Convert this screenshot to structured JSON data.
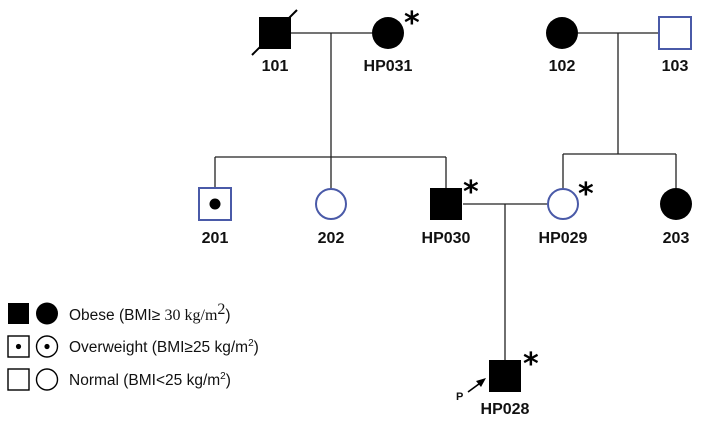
{
  "colors": {
    "affected": "#000000",
    "normal_stroke": "#4a5aa8",
    "line": "#222222"
  },
  "individuals": [
    {
      "id": "101",
      "sex": "male",
      "status": "obese",
      "deceased": true,
      "asterisk": false
    },
    {
      "id": "HP031",
      "sex": "female",
      "status": "obese",
      "deceased": false,
      "asterisk": true
    },
    {
      "id": "102",
      "sex": "female",
      "status": "obese",
      "deceased": false,
      "asterisk": false
    },
    {
      "id": "103",
      "sex": "male",
      "status": "normal",
      "deceased": false,
      "asterisk": false
    },
    {
      "id": "201",
      "sex": "male",
      "status": "overweight",
      "deceased": false,
      "asterisk": false
    },
    {
      "id": "202",
      "sex": "female",
      "status": "normal",
      "deceased": false,
      "asterisk": false
    },
    {
      "id": "HP030",
      "sex": "male",
      "status": "obese",
      "deceased": false,
      "asterisk": true
    },
    {
      "id": "HP029",
      "sex": "female",
      "status": "normal",
      "deceased": false,
      "asterisk": true
    },
    {
      "id": "203",
      "sex": "female",
      "status": "obese",
      "deceased": false,
      "asterisk": false
    },
    {
      "id": "HP028",
      "sex": "male",
      "status": "obese",
      "deceased": false,
      "asterisk": true,
      "proband": true
    }
  ],
  "asterisk_symbol": "*",
  "proband_marker": "P",
  "legend": [
    {
      "status": "obese",
      "text": "Obese (BMI≥ ",
      "value": "30 kg/m",
      "sup": "2",
      "close": ")"
    },
    {
      "status": "overweight",
      "text": "Overweight (BMI≥",
      "value": "25 kg/m",
      "sup": "2",
      "close": ")"
    },
    {
      "status": "normal",
      "text": "Normal (BMI<",
      "value": "25 kg/m",
      "sup": "2",
      "close": ")"
    }
  ]
}
